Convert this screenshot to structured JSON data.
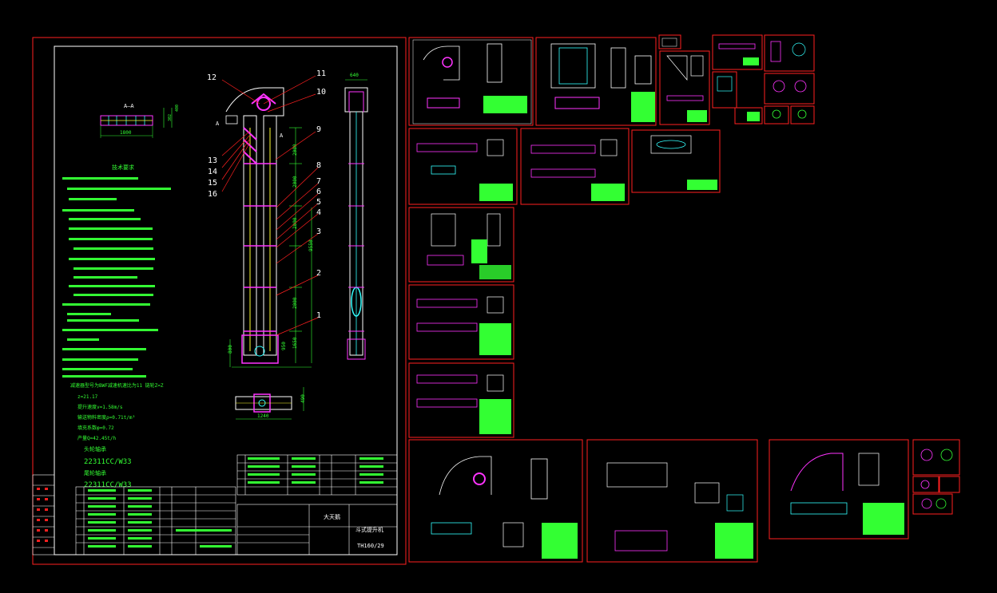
{
  "main_sheet": {
    "section_label": "A—A",
    "section_dim_width": "1800",
    "section_dim_height_1": "302",
    "section_dim_height_2": "400",
    "top_dim": "640",
    "heights": [
      "2000",
      "2000",
      "2000",
      "2000",
      "1650",
      "950",
      "800"
    ],
    "total_height": "9550",
    "section_marks": [
      "A",
      "A"
    ],
    "part_numbers": [
      "12",
      "11",
      "10",
      "9",
      "8",
      "7",
      "6",
      "5",
      "4",
      "3",
      "2",
      "1",
      "13",
      "14",
      "15",
      "16"
    ],
    "bottom_dim_width": "1240",
    "bottom_dim_height": "490",
    "notes_title": "技术要求",
    "spec_lines": [
      "减速器型号为BWF减速机速比为11    链轮Z=Z",
      "z=21.17",
      "提升速度v=1.58m/s",
      "输送物料密度ρ=0.71t/m³",
      "填充系数φ=0.72",
      "产量Q=42.45t/h",
      "头轮轴承",
      "22311CC/W33",
      "尾轮轴承",
      "22311CC/W33"
    ],
    "title_block": {
      "title": "斗式提升机",
      "drawing_no": "TH160/29",
      "designer": "大天鹅"
    }
  },
  "colors": {
    "frame_red": "#ff2020",
    "dim_green": "#33ff33",
    "line_white": "#ffffff",
    "accent_magenta": "#ff33ff",
    "accent_cyan": "#33ffff",
    "accent_yellow": "#ffff33"
  }
}
